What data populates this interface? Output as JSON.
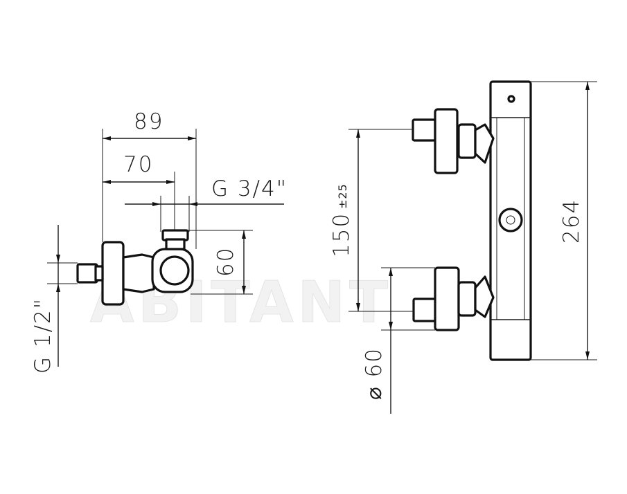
{
  "watermark": "ABITANT",
  "dimensions": {
    "width_89": "89",
    "width_70": "70",
    "thread_outlet": "G 3/4\"",
    "height_60": "60",
    "thread_inlet": "G 1/2\"",
    "center_distance": "150",
    "center_tolerance": "±25",
    "diameter": "⌀ 60",
    "total_height": "264"
  }
}
